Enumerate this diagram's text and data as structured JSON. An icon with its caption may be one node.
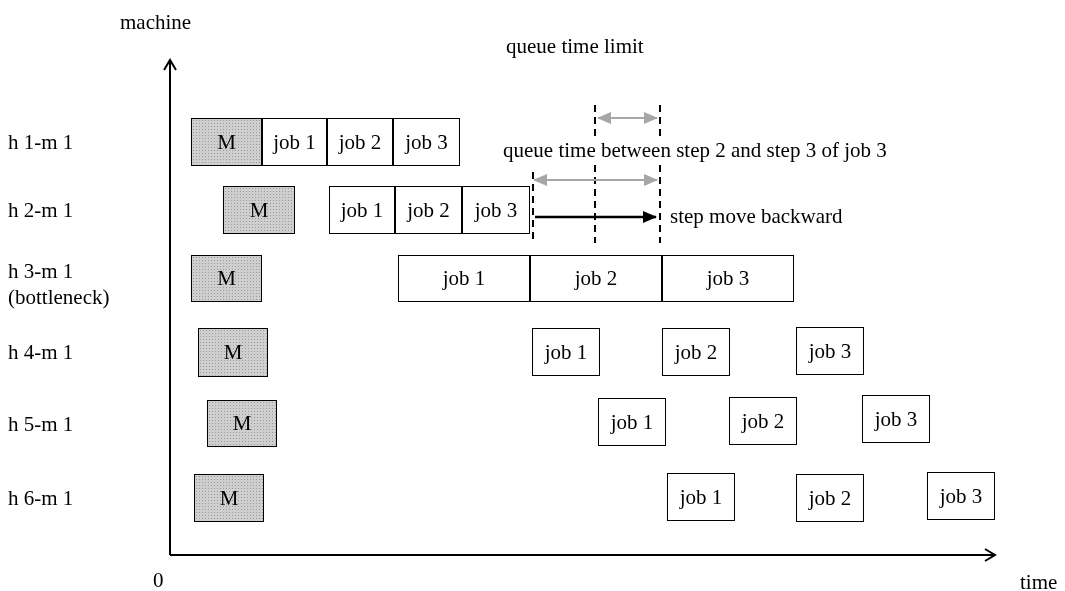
{
  "diagram": {
    "nodes": [
      {
        "text": [
          "M"
        ]
      },
      {
        "text": [
          "job 1"
        ]
      },
      {
        "text": [
          "job 2"
        ]
      },
      {
        "text": [
          "job 3"
        ]
      },
      {
        "text": [
          "M"
        ]
      },
      {
        "text": [
          "job 1"
        ]
      },
      {
        "text": [
          "job 2"
        ]
      },
      {
        "text": [
          "job 3"
        ]
      },
      {
        "text": [
          "M"
        ]
      },
      {
        "text": [
          "job 1"
        ]
      },
      {
        "text": [
          "job 2"
        ]
      },
      {
        "text": [
          "job 3"
        ]
      },
      {
        "text": [
          "M"
        ]
      },
      {
        "text": [
          "job 1"
        ]
      },
      {
        "text": [
          "job 2"
        ]
      },
      {
        "text": [
          "job 3"
        ]
      },
      {
        "text": [
          "M"
        ]
      },
      {
        "text": [
          "job 1"
        ]
      },
      {
        "text": [
          "job 2"
        ]
      },
      {
        "text": [
          "job 3"
        ]
      },
      {
        "text": [
          "M"
        ]
      },
      {
        "text": [
          "job 1"
        ]
      },
      {
        "text": [
          "job 2"
        ]
      },
      {
        "text": [
          "job 3"
        ]
      }
    ],
    "labels": [
      "machine",
      "queue time limit",
      "h 1-m 1",
      "queue time between step 2 and step 3 of job 3",
      "h 2-m 1",
      "step move backward",
      "h 3-m 1 (bottleneck)",
      "h 4-m 1",
      "h 5-m 1",
      "h 6-m 1",
      "0",
      "time"
    ]
  }
}
